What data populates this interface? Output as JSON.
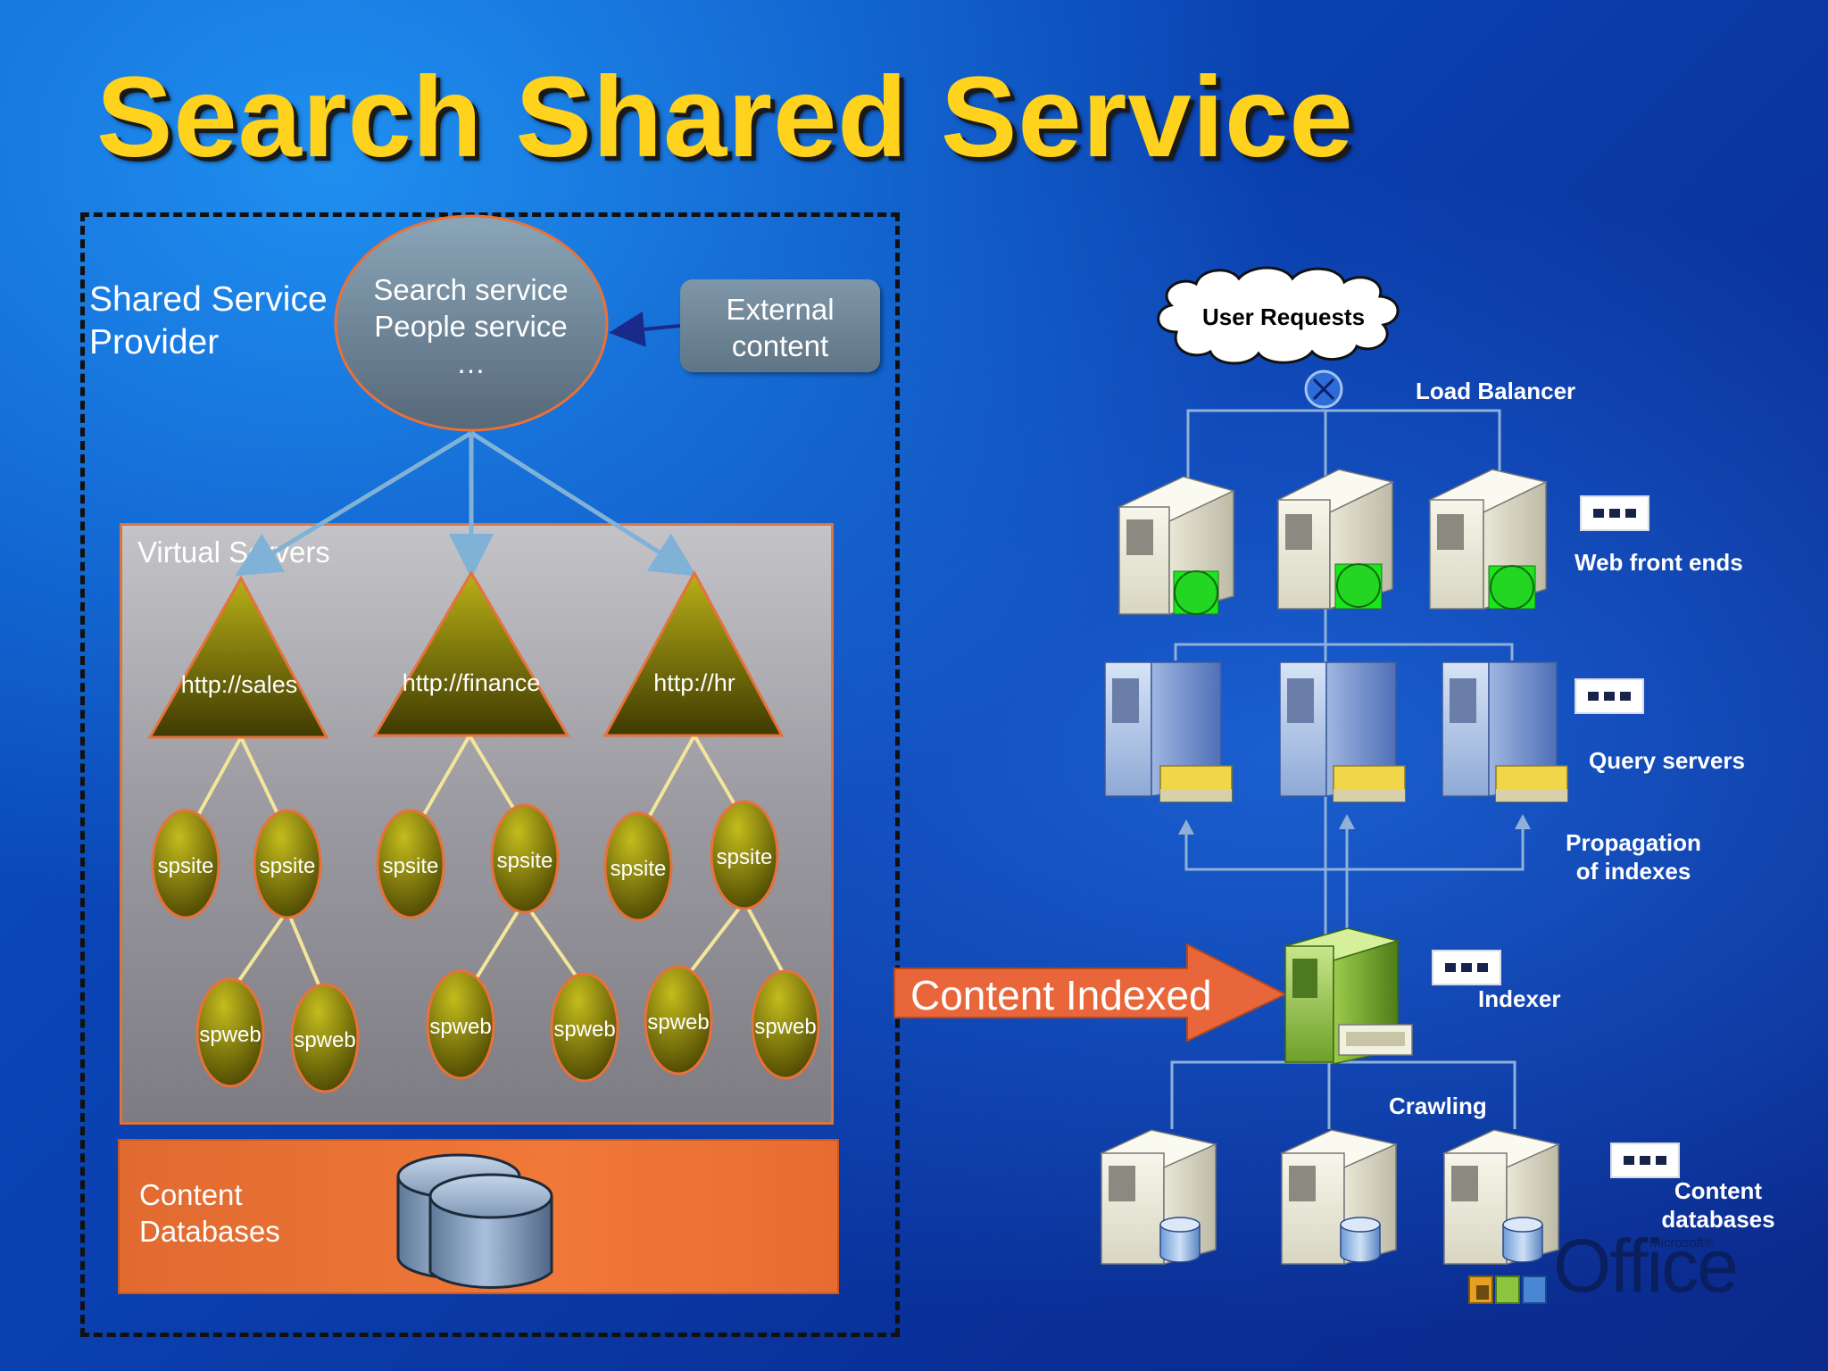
{
  "slide": {
    "title": "Search Shared Service"
  },
  "ssp": {
    "label_line1": "Shared Service",
    "label_line2": "Provider",
    "services": {
      "line1": "Search service",
      "line2": "People service",
      "line3": "…"
    },
    "external_content": {
      "line1": "External",
      "line2": "content"
    },
    "virtual_servers": {
      "label": "Virtual Servers",
      "sites": [
        {
          "url": "http://sales",
          "spsites": [
            "spsite",
            "spsite"
          ],
          "spwebs": [
            "spweb",
            "spweb"
          ]
        },
        {
          "url": "http://finance",
          "spsites": [
            "spsite",
            "spsite"
          ],
          "spwebs": [
            "spweb",
            "spweb"
          ]
        },
        {
          "url": "http://hr",
          "spsites": [
            "spsite",
            "spsite"
          ],
          "spwebs": [
            "spweb",
            "spweb"
          ]
        }
      ]
    },
    "content_databases": {
      "line1": "Content",
      "line2": "Databases"
    }
  },
  "arrow": {
    "label": "Content Indexed"
  },
  "farm": {
    "user_requests": "User Requests",
    "load_balancer": "Load Balancer",
    "web_front_ends": "Web front ends",
    "query_servers": "Query servers",
    "propagation": {
      "line1": "Propagation",
      "line2": "of indexes"
    },
    "indexer": "Indexer",
    "crawling": "Crawling",
    "content_databases": {
      "line1": "Content",
      "line2": "databases"
    }
  },
  "branding": {
    "microsoft": "Microsoft®",
    "office": "Office"
  },
  "colors": {
    "title": "#ffd21e",
    "accent_orange": "#e8713a",
    "olive": "#7f7a08",
    "node_border": "#e0733a",
    "connector": "#7fb2d6"
  }
}
